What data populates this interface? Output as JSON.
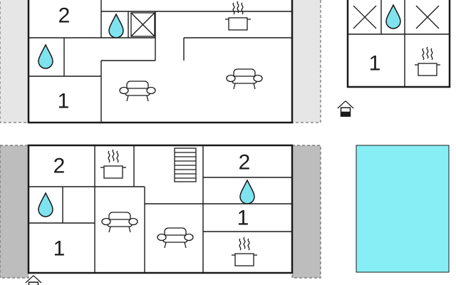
{
  "plan": {
    "top_floor": {
      "bedroom_a_count": "2",
      "bedroom_b_count": "1"
    },
    "bottom_floor": {
      "bedroom_a_count": "2",
      "bedroom_b_count": "1",
      "bedroom_c_count": "2",
      "bedroom_d_count": "1"
    },
    "annex": {
      "bedroom_count": "1"
    }
  },
  "colors": {
    "water": "#7fe3ef",
    "pool": "#87eef5",
    "wall": "#1a1a1a",
    "terrace": "#e6e6e6"
  },
  "icons": [
    "water-drop-icon",
    "cross-box-icon",
    "cooking-pot-icon",
    "sofa-icon",
    "stairs-icon",
    "entrance-house-icon"
  ]
}
